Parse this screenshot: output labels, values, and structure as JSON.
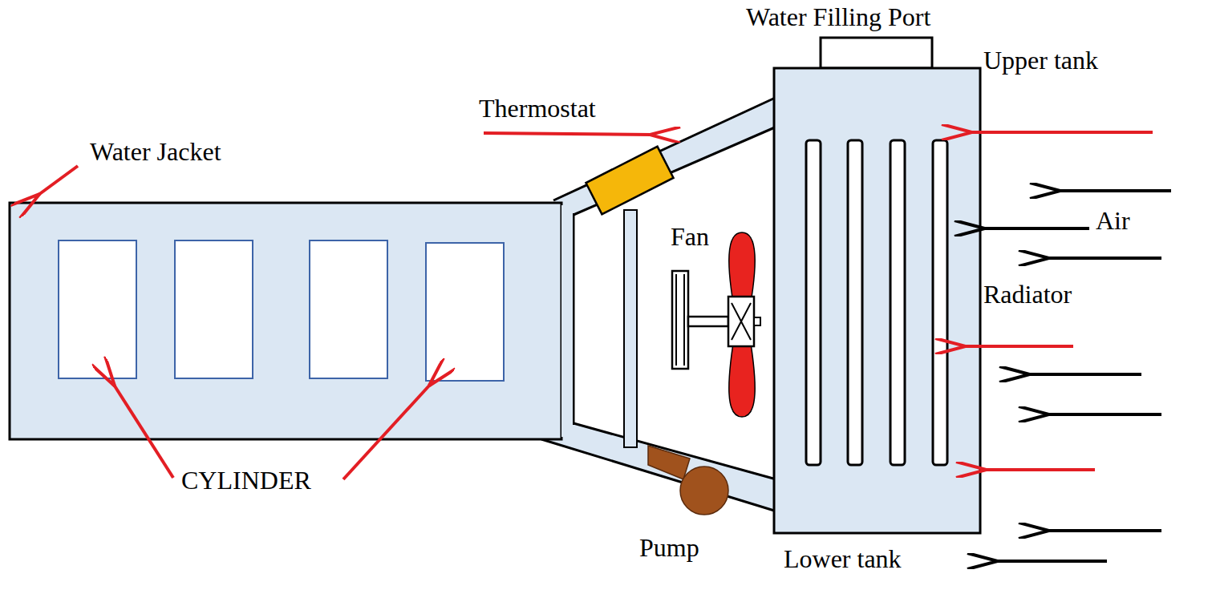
{
  "diagram": {
    "labels": [
      "Water Filling Port",
      "Upper tank",
      "Thermostat",
      "Water Jacket",
      "Air",
      "Fan",
      "Radiator",
      "CYLINDER",
      "Pump",
      "Lower tank"
    ]
  }
}
